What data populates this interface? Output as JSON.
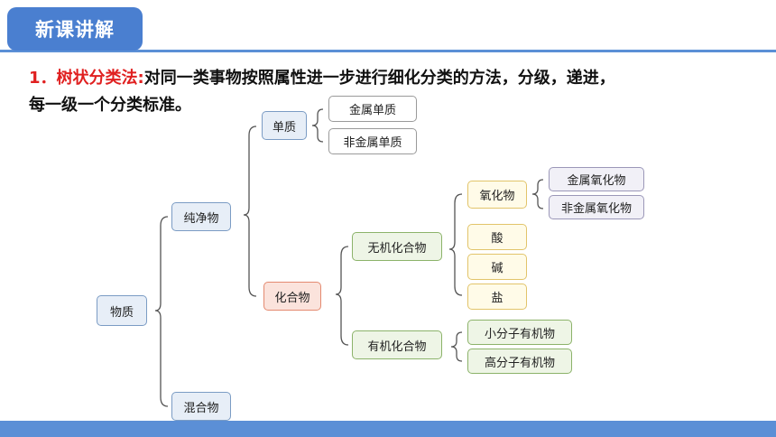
{
  "badge": "新课讲解",
  "heading": {
    "num": "1．",
    "term": "树状分类法:",
    "text_line1": "对同一类事物按照属性进一步进行细化分类的方法，分级，递进，",
    "text_line2": "每一级一个分类标准。"
  },
  "tree": {
    "root": "物质",
    "pure": "纯净物",
    "mixture": "混合物",
    "element": "单质",
    "metal_element": "金属单质",
    "nonmetal_element": "非金属单质",
    "compound": "化合物",
    "inorganic": "无机化合物",
    "organic": "有机化合物",
    "oxide": "氧化物",
    "metal_oxide": "金属氧化物",
    "nonmetal_oxide": "非金属氧化物",
    "acid": "酸",
    "base": "碱",
    "salt": "盐",
    "small_organic": "小分子有机物",
    "polymer_organic": "高分子有机物"
  },
  "colors": {
    "badge": "#4a7fd0",
    "accent_red": "#e02020",
    "bar_blue": "#5b8fd6"
  }
}
